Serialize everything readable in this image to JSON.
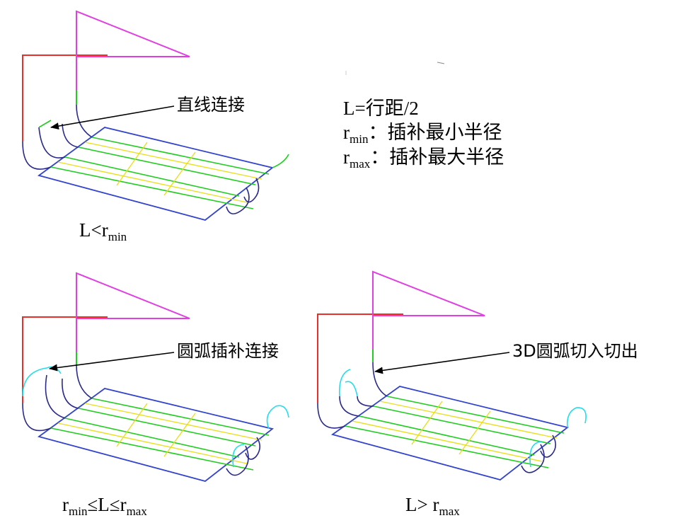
{
  "annotations": {
    "top": "直线连接",
    "bottom_left": "圆弧插补连接",
    "bottom_right": "3D圆弧切入切出"
  },
  "legend": {
    "line1": "L=行距/2",
    "line2_var": "r",
    "line2_sub": "min",
    "line2_text": "：插补最小半径",
    "line3_var": "r",
    "line3_sub": "max",
    "line3_text": "：插补最大半径"
  },
  "captions": {
    "top": {
      "pre": "L<r",
      "sub": "min"
    },
    "bottom_left": {
      "var1": "r",
      "sub1": "min",
      "mid": "≤L≤r",
      "sub2": "max"
    },
    "bottom_right": {
      "pre": "L> r",
      "sub": "max"
    }
  },
  "colors": {
    "frame_red": "#e8302a",
    "frame_magenta": "#e040e0",
    "plate_blue": "#3344cc",
    "path_green": "#22cc22",
    "path_yellow": "#e8e020",
    "arc_navy": "#2a2a8a",
    "arc_cyan": "#22ddee"
  }
}
